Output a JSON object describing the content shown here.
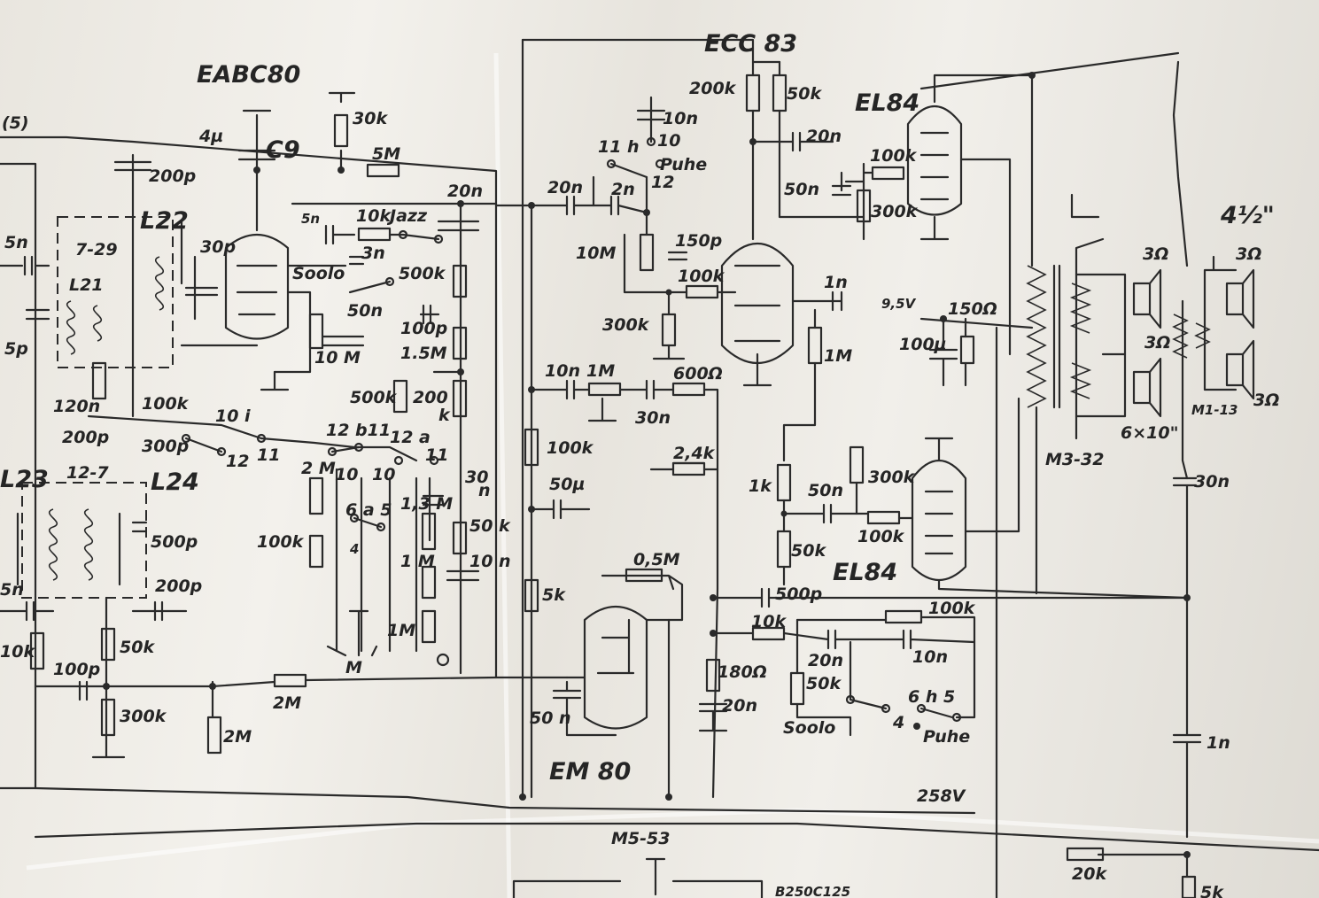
{
  "tubes": {
    "v1": "EABC80",
    "v2": "ECC 83",
    "v3": "EL84",
    "v4": "EL84",
    "v5": "EM 80"
  },
  "labels": {
    "ref5": "(5)",
    "c9": "C9",
    "c9_val": "4µ",
    "r30k_top": "30k",
    "r5m": "5M",
    "c200p_top": "200p",
    "l22": "L22",
    "c30p": "30p",
    "l729": "7-29",
    "l21": "L21",
    "c5n_left": "5n",
    "c5p_left": "5p",
    "c120n": "120n",
    "c200p_mid": "200p",
    "r100k_mid": "100k",
    "r300p": "300p",
    "c20n_top": "20n",
    "c5n_jazz": "5n",
    "r10k_jazz": "10k",
    "jazz": "Jazz",
    "c3n": "3n",
    "soolo_top": "Soolo",
    "c50n_mid": "50n",
    "r10m_mid": "10\nM",
    "r500k_top": "500k",
    "c100p": "100p",
    "r1_5m": "1.5M",
    "r500k_mid": "500k",
    "r200k": "200",
    "r200k_k": "k",
    "sw10i": "10 i",
    "sw12": "12",
    "sw11": "11",
    "sw12b": "12  b11",
    "sw12a": "12 a",
    "sw11b": "11",
    "sw10": "10",
    "sw10b": "10",
    "c30n_right": "30",
    "c30n_right_n": "n",
    "r2m_left": "2\nM",
    "r100k_left": "100k",
    "sw6a": "6 a  5",
    "sw4": "4",
    "r1_3m": "1,3\nM",
    "r50k_mid": "50\nk",
    "c10n_mid": "10\nn",
    "r1m_a": "1\nM",
    "r1m_b": "1M",
    "l23": "L23",
    "l127": "12-7",
    "l24": "L24",
    "c500p": "500p",
    "c200p_low": "200p",
    "c5n_low": "5n",
    "r10k_low": "10k",
    "r50k_low": "50k",
    "c100p_low": "100p",
    "r300k_low": "300k",
    "r2m_bottom": "2M",
    "r2m_low": "2M",
    "m_jack": "M",
    "r200k_v2": "200k",
    "r50k_v2": "50k",
    "c20n_v2": "20n",
    "c10n_puhe": "10n",
    "sw10_puhe": "10",
    "puhe_top": "Puhe",
    "sw11h": "11 h",
    "sw12_puhe": "12",
    "c20n_in": "20n",
    "c2n": "2n",
    "r10m": "10M",
    "c150p": "150p",
    "r100k_v2": "100k",
    "r300k_v2": "300k",
    "c10n_tone": "10n",
    "r1m_tone": "1M",
    "r600": "600Ω",
    "c30n_tone": "30n",
    "r100k_long": "100k",
    "r2_4k": "2,4k",
    "c50u": "50µ",
    "r5k": "5k",
    "r0_5m": "0,5M",
    "c50n_em": "50\nn",
    "c50n_el": "50n",
    "r100k_el": "100k",
    "r300k_el": "300k",
    "c1n": "1n",
    "r1m_v2": "1M",
    "v9_5": "9,5V",
    "r150": "150Ω",
    "c100u": "100µ",
    "r1k": "1k",
    "c50n_el2": "50n",
    "r300k_el2": "300k",
    "r100k_el2": "100k",
    "r50k_v2b": "50k",
    "c500p_fb": "500p",
    "r100k_fb": "100k",
    "r10k_fb": "10k",
    "c20n_fb": "20n",
    "c10n_fb": "10n",
    "r50k_fb": "50k",
    "r180": "180Ω",
    "c20n_fb2": "20n",
    "sw6h": "6 h   5",
    "soolo_bottom": "Soolo",
    "sw4_bottom": "4",
    "puhe_bottom": "Puhe",
    "m332": "M3-32",
    "spk_3a": "3Ω",
    "spk_3b": "3Ω",
    "spk_3c": "3Ω",
    "spk_3d": "3Ω",
    "spk_size": "6×10\"",
    "spk_4_5": "4½\"",
    "m113": "M1-13",
    "c30n_out": "30n",
    "c1n_out": "1n",
    "v258": "258V",
    "m553": "M5-53",
    "r20k": "20k",
    "r5k_b": "5k",
    "b250": "B250C125"
  }
}
